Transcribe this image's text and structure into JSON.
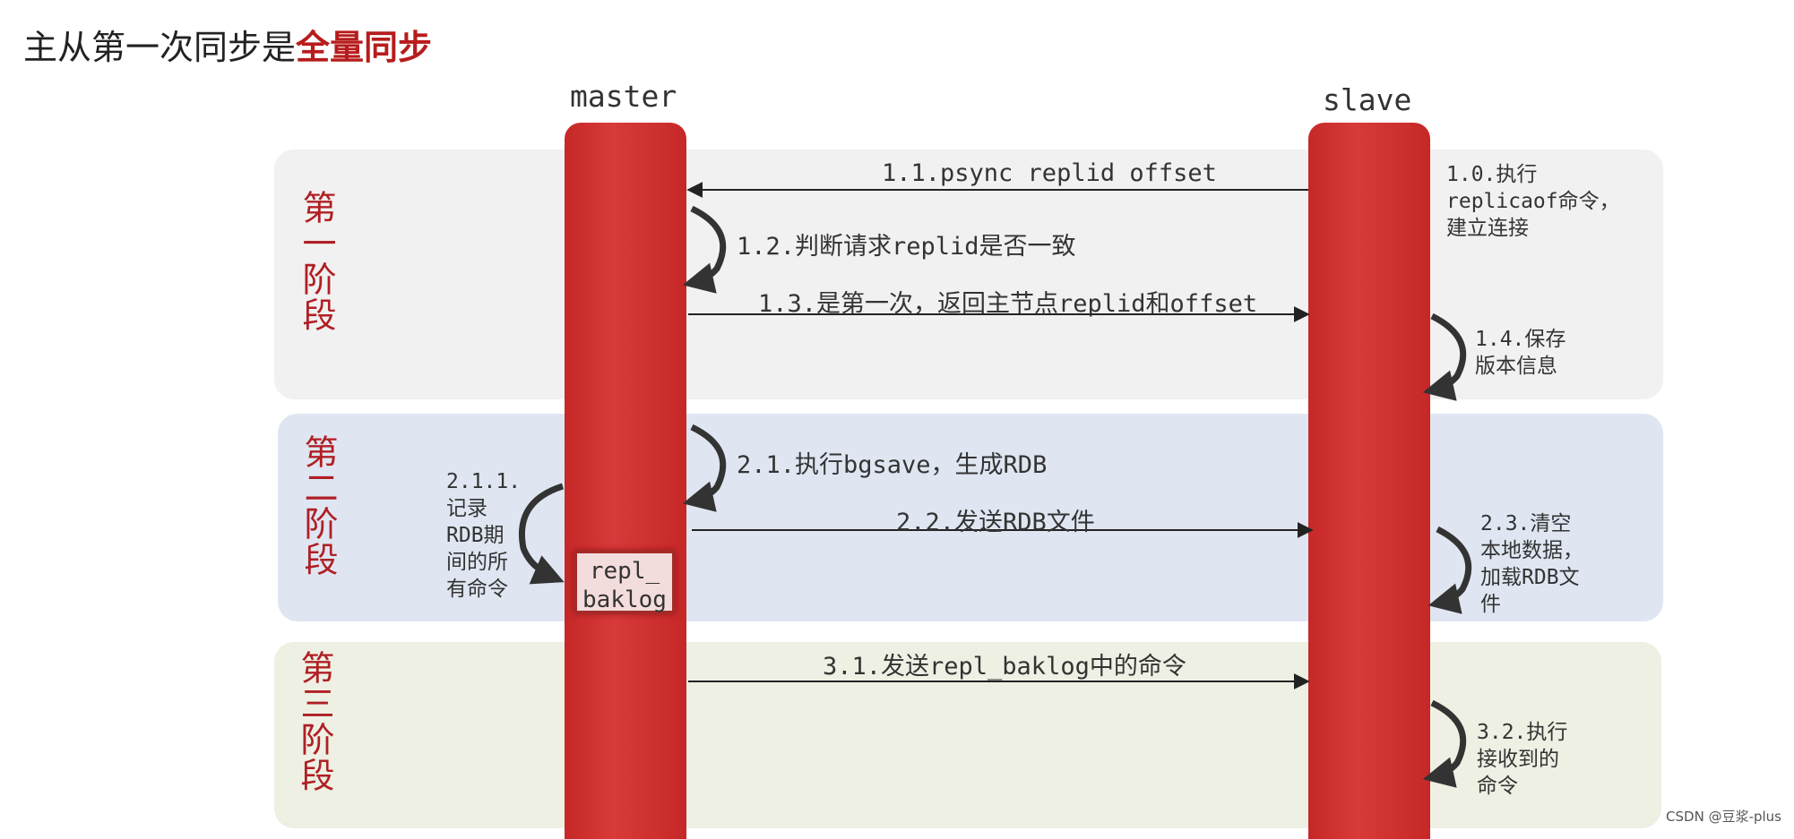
{
  "title": {
    "main": "主从第一次同步是",
    "highlight": "全量同步"
  },
  "actors": {
    "master": "master",
    "slave": "slave"
  },
  "phases": {
    "phase1": {
      "label": "第一阶段",
      "color": "#f1f1f1"
    },
    "phase2": {
      "label": "第二阶段",
      "color": "#dfe6f2"
    },
    "phase3": {
      "label": "第三阶段",
      "color": "#edf0e2"
    }
  },
  "messages": {
    "m11": "1.1.psync replid offset",
    "m12": "1.2.判断请求replid是否一致",
    "m13": "1.3.是第一次，返回主节点replid和offset",
    "m21": "2.1.执行bgsave，生成RDB",
    "m22": "2.2.发送RDB文件",
    "m31": "3.1.发送repl_baklog中的命令"
  },
  "notes": {
    "n10": "1.0.执行\nreplicaof命令，\n建立连接",
    "n14": "1.4.保存\n版本信息",
    "n211": "2.1.1.\n记录\nRDB期\n间的所\n有命令",
    "n23": "2.3.清空\n本地数据，\n加载RDB文\n件",
    "n32": "3.2.执行\n接收到的\n命令"
  },
  "repl_box": "repl_\nbaklog",
  "colors": {
    "lifeline": "#c62828",
    "phase_label": "#b01f24",
    "highlight": "#b71c1c",
    "arrow": "#222222"
  },
  "watermark": "CSDN @豆浆-plus"
}
